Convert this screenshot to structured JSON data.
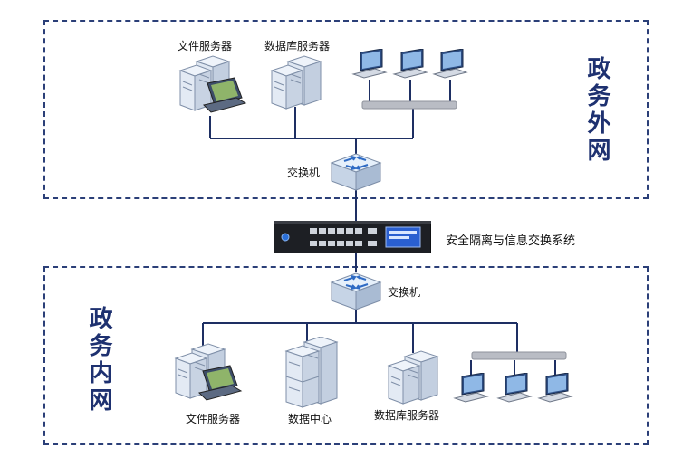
{
  "outer": {
    "title": "政务外网",
    "file_server": "文件服务器",
    "db_server": "数据库服务器",
    "switch": "交换机"
  },
  "gateway": {
    "label": "安全隔离与信息交换系统"
  },
  "inner": {
    "title": "政务内网",
    "switch": "交换机",
    "file_server": "文件服务器",
    "data_center": "数据中心",
    "db_server": "数据库服务器"
  },
  "colors": {
    "border": "#2b3f78",
    "wire": "#1e2f63",
    "title": "#1e3170"
  }
}
